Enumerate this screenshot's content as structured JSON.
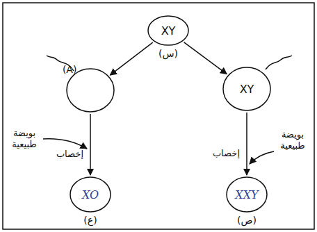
{
  "diagram": {
    "nodes": [
      {
        "text": [
          "XY",
          "(س)"
        ]
      },
      {
        "text": [
          "(A)"
        ]
      },
      {
        "text": [
          "XY"
        ]
      },
      {
        "text": [
          "XO",
          "(ع)"
        ]
      },
      {
        "text": [
          "XXY",
          "(ص)"
        ]
      }
    ],
    "edges": [
      {
        "from": 0,
        "to": 1,
        "arrow": "to"
      },
      {
        "from": 0,
        "to": 2,
        "arrow": "to"
      },
      {
        "from": 1,
        "to": 3,
        "label": "إخصاب",
        "arrow": "to"
      },
      {
        "from": 2,
        "to": 4,
        "label": "إخصاب",
        "arrow": "to"
      }
    ],
    "labels": [
      "بويضة طبيعية",
      "بويضة طبيعية"
    ]
  }
}
